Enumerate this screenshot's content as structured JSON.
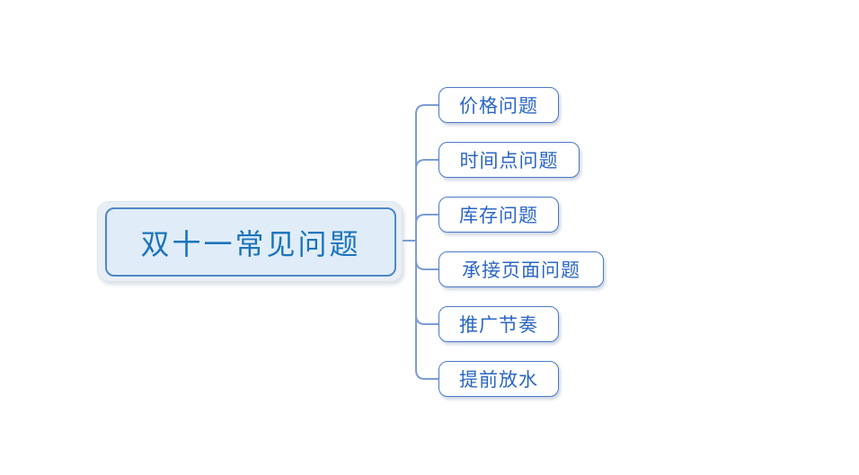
{
  "diagram": {
    "type": "mindmap",
    "root": {
      "label": "双十一常见问题"
    },
    "children": [
      {
        "label": "价格问题"
      },
      {
        "label": "时间点问题"
      },
      {
        "label": "库存问题"
      },
      {
        "label": "承接页面问题"
      },
      {
        "label": "推广节奏"
      },
      {
        "label": "提前放水"
      }
    ]
  },
  "colors": {
    "canvas_bg": "#ffffff",
    "root_fill": "#e0edf8",
    "root_border": "#4f87c6",
    "root_halo": "#e8eef4",
    "root_text": "#1d74ba",
    "child_fill": "#ffffff",
    "child_border": "#4a79c8",
    "child_text": "#2b66c4",
    "connector": "#7b9cd4"
  }
}
